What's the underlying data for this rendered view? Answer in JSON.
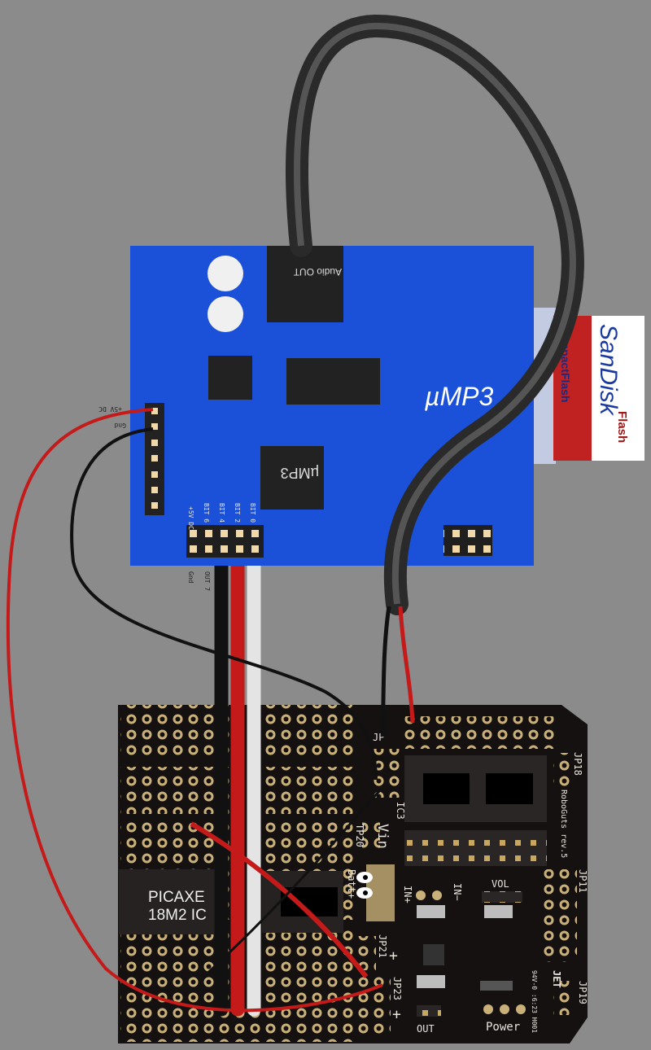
{
  "mp3_board": {
    "brand_label": "µMP3",
    "chip_label": "µMP3",
    "audio_jack_label": "Audio OUT",
    "power_pins": [
      "+5V DC",
      "Gnd"
    ],
    "bit_pins": [
      "+5V DC",
      "BIT 6",
      "BIT 4",
      "BIT 2",
      "BIT 0"
    ],
    "bottom_pins": [
      "Gnd",
      "OUT 7"
    ],
    "color": "#1b50d8"
  },
  "sd_card": {
    "brand": "SanDisk",
    "type": "Flash",
    "band_text": "CompactFlash"
  },
  "controller_board": {
    "ic_label_line1": "PICAXE",
    "ic_label_line2": "18M2 IC",
    "board_name": "RoboGuts rev.5",
    "labels": {
      "jp18": "JP18",
      "jp11": "JP11",
      "jp19": "JP19",
      "jp20": "TP20",
      "jp21": "JP21",
      "jp23": "JP23",
      "ic3": "IC3",
      "vin": "Vin",
      "batt": "Batt+",
      "in_plus": "IN+",
      "in_minus": "IN−",
      "vol": "VOL",
      "out": "OUT",
      "power": "Power",
      "jp": "JP",
      "maker": "JET",
      "code": "94V-0 :6:23 H001",
      "plus1": "+",
      "plus2": "+"
    },
    "color": "#151111"
  },
  "wires": {
    "red": "#c41a1a",
    "black": "#111111",
    "white": "#e8e8e8",
    "cable": "#3a3a3a"
  }
}
